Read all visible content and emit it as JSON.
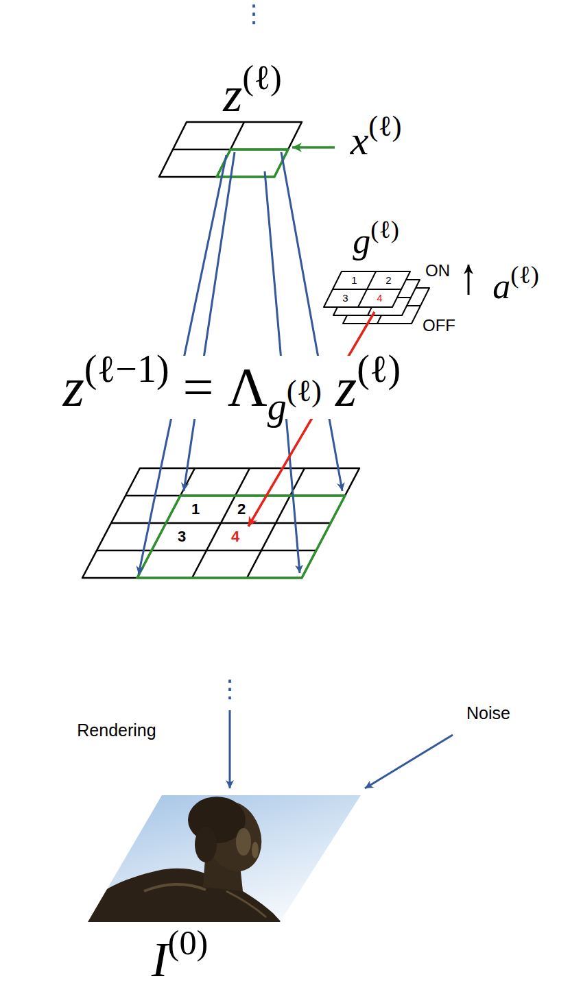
{
  "diagram": {
    "labels": [
      "⋮",
      "z(ℓ)",
      "x(ℓ)",
      "g(ℓ)",
      "ON",
      "a(ℓ)",
      "1",
      "2",
      "3",
      "4",
      "OFF",
      "z(ℓ−1) = Λg(ℓ) z(ℓ)",
      "1",
      "2",
      "3",
      "4",
      "⋮",
      "Rendering",
      "Noise",
      "I(0)"
    ]
  }
}
